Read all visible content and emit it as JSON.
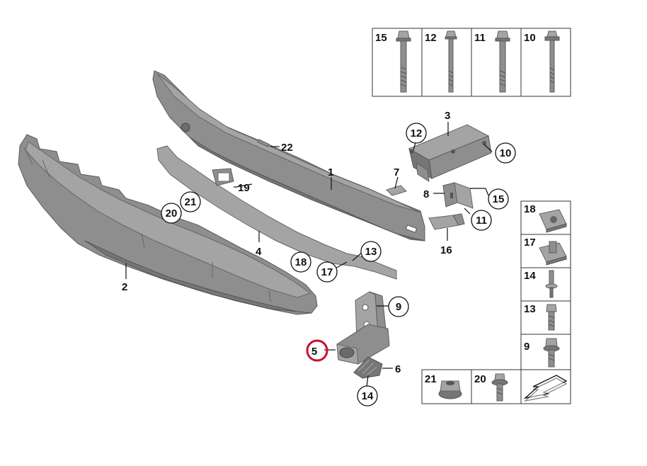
{
  "diagram": {
    "bolt_panel_top": [
      "15",
      "12",
      "11",
      "10"
    ],
    "fastener_panel_right": [
      "18",
      "17",
      "14",
      "13",
      "9"
    ],
    "fastener_panel_bottom": [
      "21",
      "20"
    ],
    "callouts": {
      "p1": "1",
      "p2": "2",
      "p3": "3",
      "p4": "4",
      "p5": "5",
      "p6": "6",
      "p7": "7",
      "p8": "8",
      "p9": "9",
      "p10": "10",
      "p11": "11",
      "p12": "12",
      "p13": "13",
      "p14": "14",
      "p15": "15",
      "p16": "16",
      "p17": "17",
      "p18": "18",
      "p19": "19",
      "p20": "20",
      "p21": "21",
      "p22": "22"
    },
    "highlighted_part": "5",
    "highlight_color": "#c8102e",
    "part_color": "#8e8e8e"
  }
}
